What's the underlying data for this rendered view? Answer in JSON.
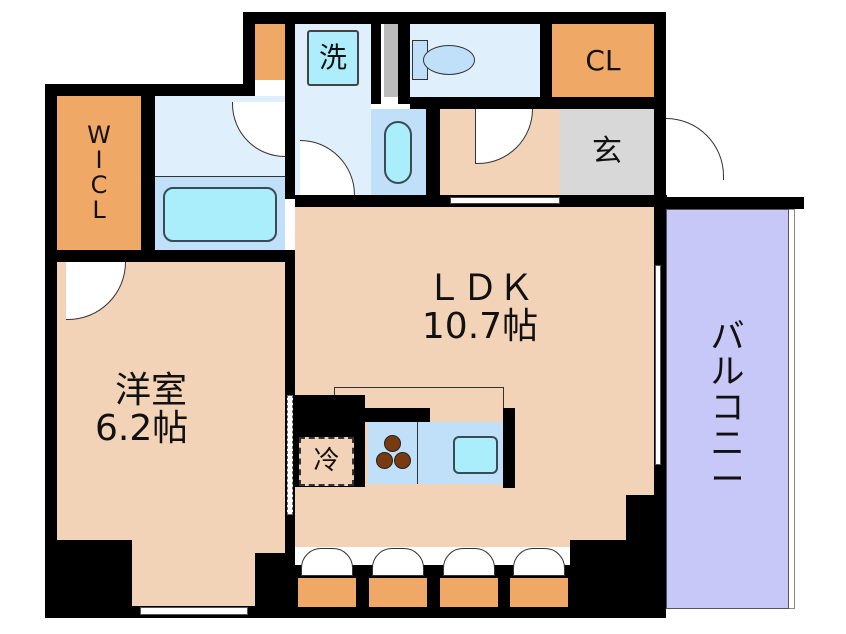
{
  "plan": {
    "rooms": {
      "ldk": {
        "name": "ＬＤＫ",
        "size": "10.7帖"
      },
      "western": {
        "name": "洋室",
        "size": "6.2帖"
      },
      "balcony": {
        "name": "バルコニー",
        "chars": [
          "バ",
          "ル",
          "コ",
          "ニ",
          "ー"
        ]
      },
      "wic": {
        "chars": [
          "W",
          "I",
          "C",
          "L"
        ]
      },
      "closet": {
        "name": "CL"
      },
      "entrance": {
        "name": "玄"
      },
      "washer": {
        "name": "洗"
      },
      "fridge": {
        "name": "冷"
      }
    },
    "colors": {
      "wall": "#000000",
      "flooring": "#f3d3b7",
      "storage": "#f0a866",
      "wet_area": "#dff0fc",
      "bath": "#bfe0f8",
      "tub": "#aaeefc",
      "entrance": "#d8d8d8",
      "balcony": "#c8c8f8",
      "stove": "#7a3a10"
    }
  }
}
